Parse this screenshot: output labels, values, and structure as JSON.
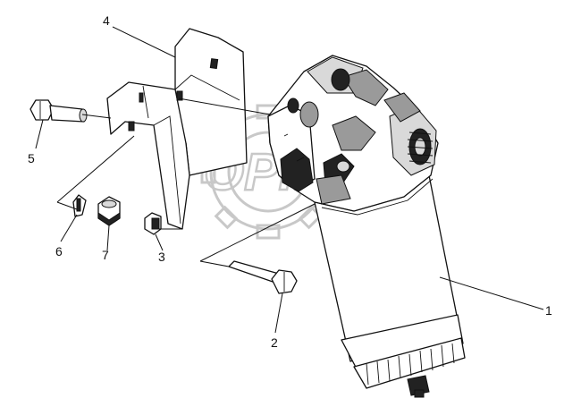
{
  "diagram": {
    "callouts": {
      "c1": "1",
      "c2": "2",
      "c3": "3",
      "c4": "4",
      "c5": "5",
      "c6": "6",
      "c7": "7"
    },
    "watermark_text": "OPKL",
    "colors": {
      "line": "#111111",
      "watermark": "#c8c8c8",
      "background": "#ffffff"
    }
  }
}
